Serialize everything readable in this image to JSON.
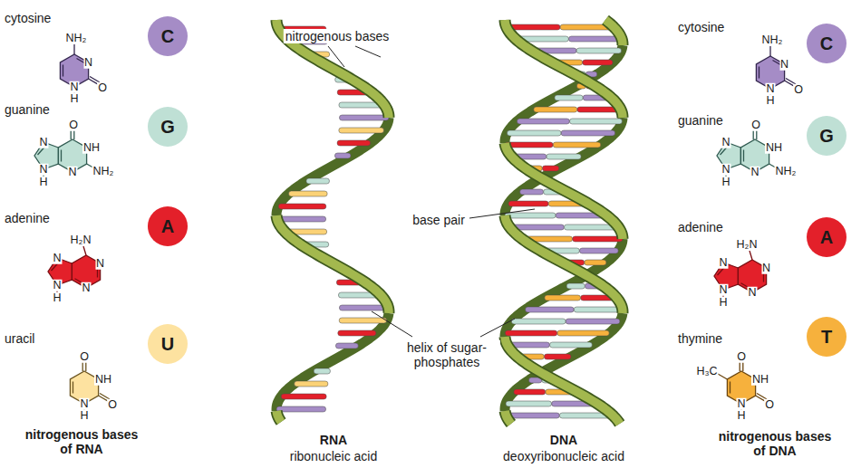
{
  "diagram": {
    "nodes": [
      {
        "text": [
          "C"
        ]
      },
      {
        "text": [
          "G"
        ]
      },
      {
        "text": [
          "A"
        ]
      },
      {
        "text": [
          "U"
        ]
      },
      {
        "text": [
          "C"
        ]
      },
      {
        "text": [
          "G"
        ]
      },
      {
        "text": [
          "A"
        ]
      },
      {
        "text": [
          "T"
        ]
      }
    ],
    "labels": [
      "cytosine",
      "NH₂",
      "N",
      "O",
      "N",
      "H",
      "guanine",
      "O",
      "N",
      "NH",
      "NH₂",
      "N",
      "N",
      "H",
      "adenine",
      "H₂N",
      "N",
      "N",
      "N",
      "N",
      "H",
      "uracil",
      "O",
      "NH",
      "O",
      "N",
      "H",
      "nitrogenous bases of RNA",
      "nitrogenous bases",
      "base pair",
      "helix of sugar-phosphates",
      "RNA",
      "ribonucleic acid",
      "DNA",
      "deoxyribonucleic acid",
      "cytosine",
      "NH₂",
      "N",
      "O",
      "N",
      "H",
      "guanine",
      "O",
      "N",
      "NH",
      "NH₂",
      "N",
      "N",
      "H",
      "adenine",
      "H₂N",
      "N",
      "N",
      "N",
      "N",
      "H",
      "thymine",
      "O",
      "H₃C",
      "NH",
      "O",
      "N",
      "H",
      "nitrogenous bases of DNA"
    ]
  }
}
